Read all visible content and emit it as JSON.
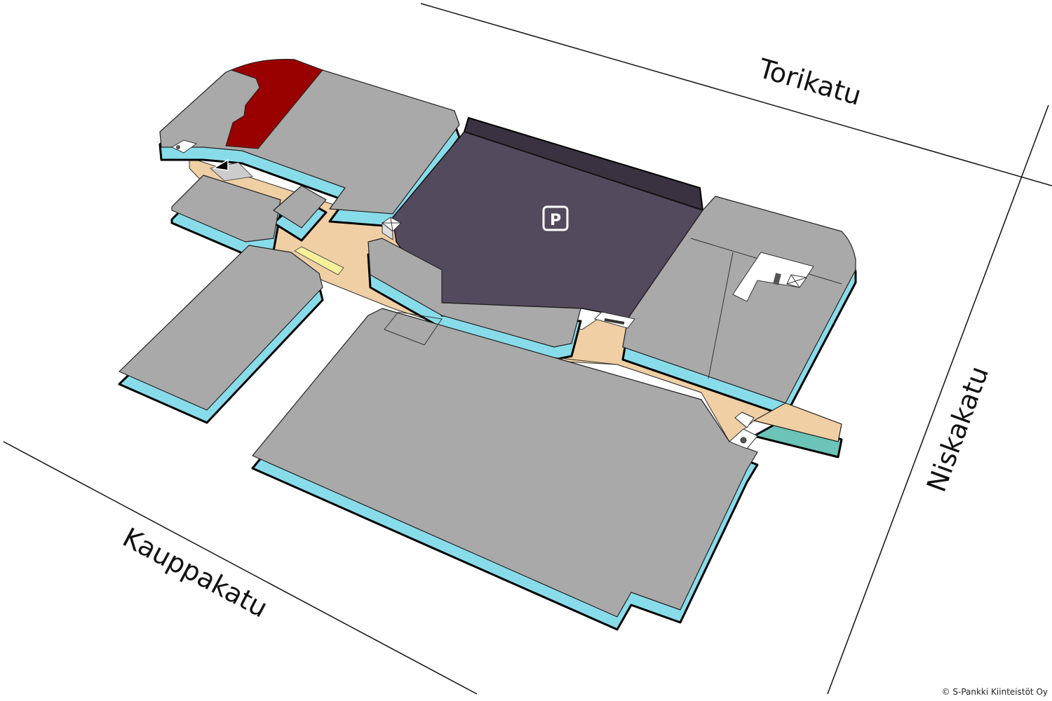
{
  "streets": {
    "north": "Torikatu",
    "east": "Niskakatu",
    "southwest": "Kauppakatu"
  },
  "parking": {
    "label": "P",
    "icon": "parking-icon"
  },
  "copyright": "© S-Pankki Kiinteistöt Oy",
  "colors": {
    "shop": "#a9a9a9",
    "wall": "#88dcea",
    "corridor": "#efcfa3",
    "parking": "#544a5e",
    "highlight": "#990000",
    "info": "#f5f09a"
  }
}
